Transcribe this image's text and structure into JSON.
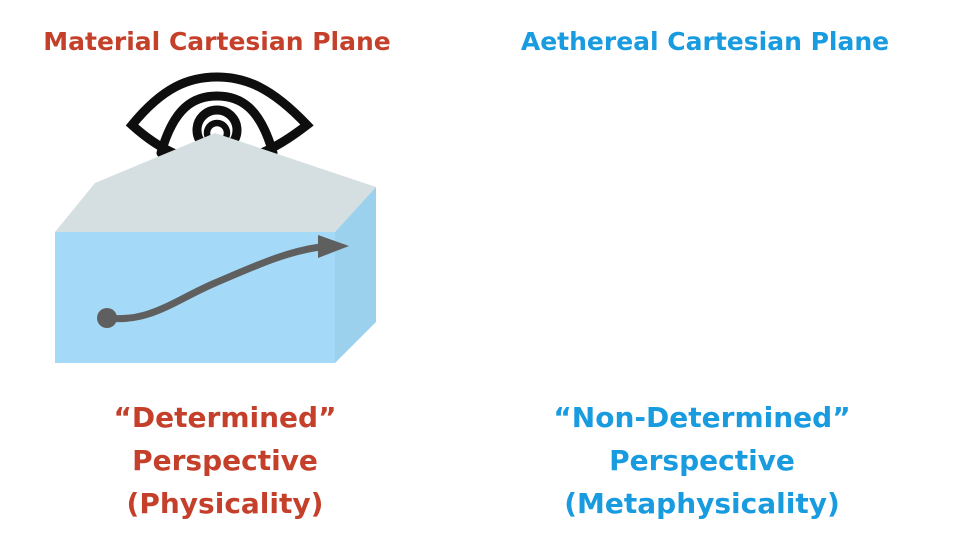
{
  "theme": {
    "red": "#C5402B",
    "blue": "#189BDF",
    "ink": "#0E0E0E",
    "gray": "#A6A6A6",
    "arrow_gray": "#5F5F5F",
    "box_top": "#D5DFE2",
    "box_front": "#A4D9F7",
    "box_side": "#9CD1EE"
  },
  "left_panel": {
    "title": "Material Cartesian Plane",
    "icon_names": [
      "eye-icon",
      "material-plane-box",
      "determined-trajectory-arrow"
    ],
    "caption_lines": [
      "“Determined”",
      "Perspective",
      "(Physicality)"
    ]
  },
  "right_panel": {
    "title": "Aethereal Cartesian Plane",
    "icon_names": [
      "eye-icon",
      "crossed-arrows"
    ],
    "caption_lines": [
      "“Non-Determined”",
      "Perspective",
      "(Metaphysicality)"
    ]
  }
}
